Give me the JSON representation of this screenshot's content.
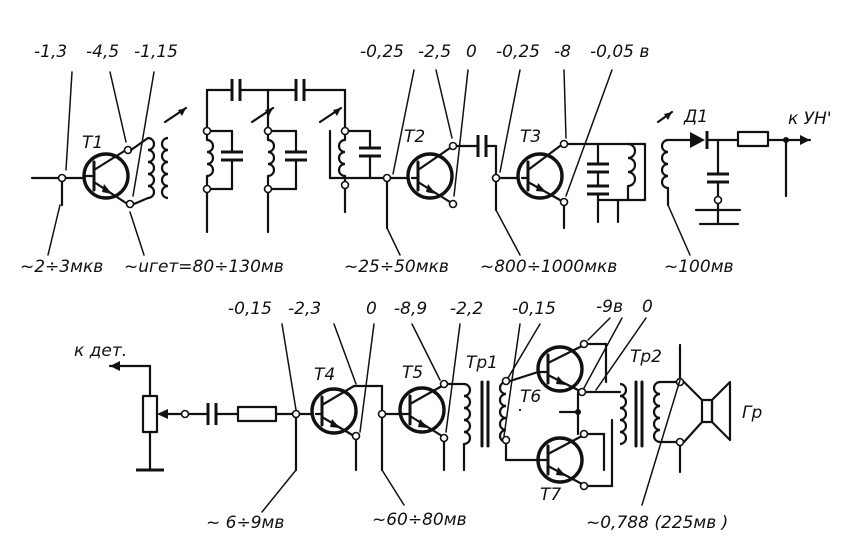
{
  "transistors": {
    "t1": "T1",
    "t2": "T2",
    "t3": "T3",
    "t4": "T4",
    "t5": "T5",
    "t6": "T6",
    "t7": "T7"
  },
  "components": {
    "diode": "Д1",
    "tr1": "Tp1",
    "tr2": "Tp2",
    "speaker": "Гр",
    "to_det": "к дет.",
    "to_agc": "к УН'"
  },
  "voltages_top": {
    "t1_base": "-1,3",
    "t1_collector": "-4,5",
    "t1_emitter": "-1,15",
    "t2_base": "-0,25",
    "t2_collector": "-2,5",
    "t2_emitter": "0",
    "t3_base": "-0,25",
    "t3_collector": "-8",
    "t3_emitter": "-0,05 в"
  },
  "voltages_bottom": {
    "t4_base": "-0,15",
    "t4_collector": "-2,3",
    "t4_emitter": "0",
    "t5_collector": "-8,9",
    "t5_emitter": "-2,2",
    "t6_base": "-0,15",
    "supply": "-9в",
    "ground": "0"
  },
  "signals": {
    "s1": "~2÷3мкв",
    "s2": "~uгет=80÷130мв",
    "s3": "~25÷50мкв",
    "s4": "~800÷1000мкв",
    "s5": "~100мв",
    "s6": "~ 6÷9мв",
    "s7": "~60÷80мв",
    "s8": "~0,788 (225мв )"
  }
}
